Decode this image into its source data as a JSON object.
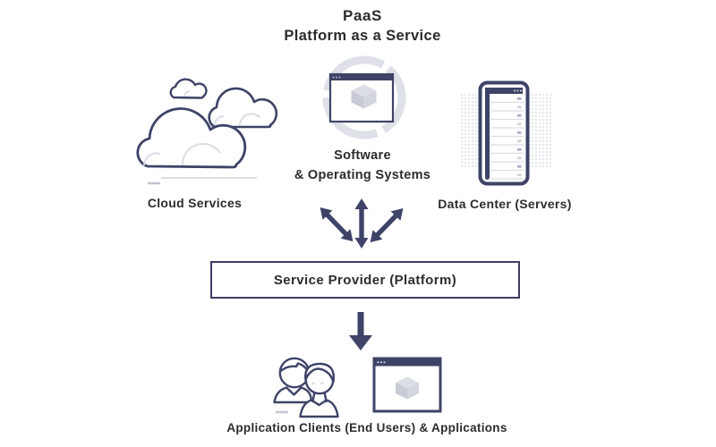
{
  "title": {
    "line1": "PaaS",
    "line2": "Platform as a Service"
  },
  "nodes": {
    "cloud": {
      "label": "Cloud Services",
      "icon": "clouds-icon"
    },
    "software": {
      "line1": "Software",
      "line2": "& Operating Systems",
      "icon": "cycle-app-window-icon"
    },
    "datacenter": {
      "label": "Data Center (Servers)",
      "icon": "server-rack-icon"
    },
    "provider": {
      "label": "Service Provider (Platform)"
    },
    "clients": {
      "label": "Application Clients (End Users) & Applications",
      "icons": [
        "end-users-icon",
        "app-window-icon"
      ]
    }
  },
  "connectors": {
    "top_arrows": "three-bidirectional-arrows-icon",
    "bottom_arrow": "down-arrow-icon"
  },
  "colors": {
    "outline_navy": "#3e4367",
    "box_border": "#3d3c64",
    "title_text": "#2b2b2b",
    "label_text": "#2c2c2c",
    "ring_gray": "#dfe1e9",
    "detail_gray": "#d9dce4",
    "cube_top": "#dcdee6",
    "cube_left": "#c8cbd6",
    "cube_right": "#d3d5df",
    "pattern_gray": "#dfe1e9",
    "background": "#ffffff"
  }
}
